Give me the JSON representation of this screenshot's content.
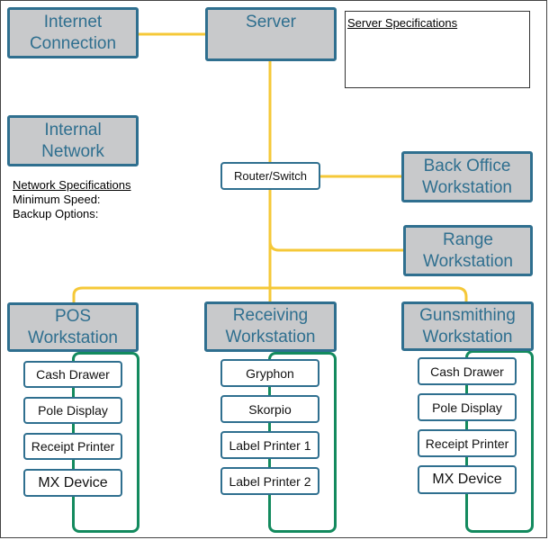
{
  "top": {
    "internet": "Internet\nConnection",
    "server": "Server",
    "internal": "Internal\nNetwork"
  },
  "server_specs": {
    "title": "Server Specifications"
  },
  "network_specs": {
    "title": "Network Specifications",
    "min_speed": "Minimum Speed:",
    "backup": "Backup Options:"
  },
  "router": "Router/Switch",
  "right": {
    "back_office": "Back Office\nWorkstation",
    "range": "Range\nWorkstation"
  },
  "workstations": {
    "pos": {
      "title": "POS\nWorkstation",
      "devices": [
        "Cash Drawer",
        "Pole Display",
        "Receipt Printer",
        "MX Device"
      ]
    },
    "receiving": {
      "title": "Receiving\nWorkstation",
      "devices": [
        "Gryphon",
        "Skorpio",
        "Label Printer 1",
        "Label Printer 2"
      ]
    },
    "gunsmithing": {
      "title": "Gunsmithing\nWorkstation",
      "devices": [
        "Cash Drawer",
        "Pole Display",
        "Receipt Printer",
        "MX Device"
      ]
    }
  },
  "colors": {
    "connector": "#f5c838",
    "box_fill": "#c8c9cb",
    "box_border": "#2f6f8f",
    "device_group": "#138a5e"
  }
}
